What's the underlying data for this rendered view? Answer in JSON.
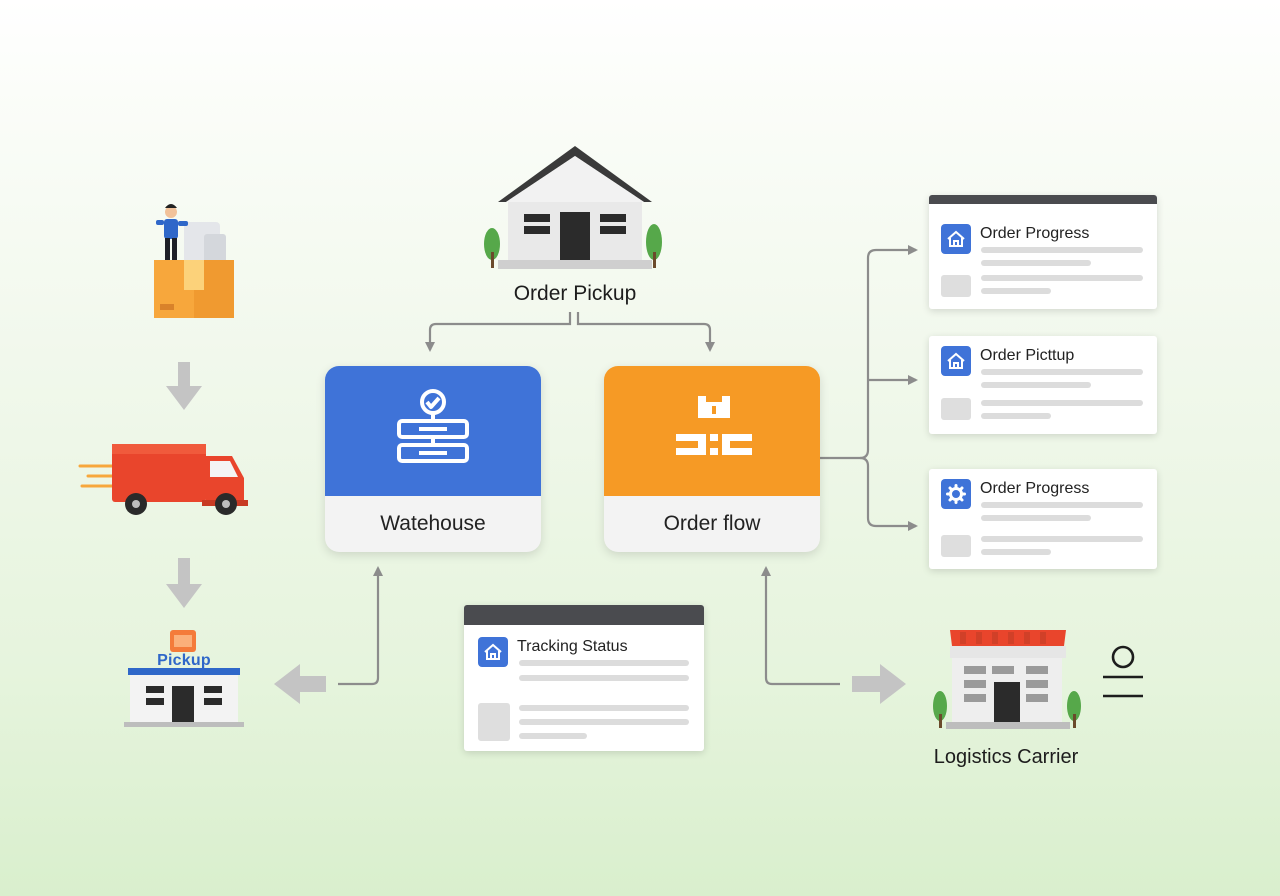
{
  "diagram": {
    "top_node": {
      "label": "Order Pickup"
    },
    "warehouse_card": {
      "label": "Watehouse",
      "color": "#3f73d8"
    },
    "order_flow_card": {
      "label": "Order flow",
      "color": "#f69a25"
    },
    "progress_panels": [
      {
        "title": "Order Progress",
        "icon": "home-icon"
      },
      {
        "title": "Order Picttup",
        "icon": "home-icon"
      },
      {
        "title": "Order Progress",
        "icon": "gear-icon"
      }
    ],
    "tracking_panel": {
      "title": "Tracking Status",
      "icon": "home-icon"
    },
    "pickup_store": {
      "sign": "Pickup"
    },
    "carrier": {
      "label": "Logistics Carrier"
    },
    "colors": {
      "accent_blue": "#3f73d8",
      "accent_orange": "#f69a25",
      "truck_red": "#e9452c",
      "panel_header": "#4a4b4f",
      "connector": "#8c8c8c"
    }
  }
}
